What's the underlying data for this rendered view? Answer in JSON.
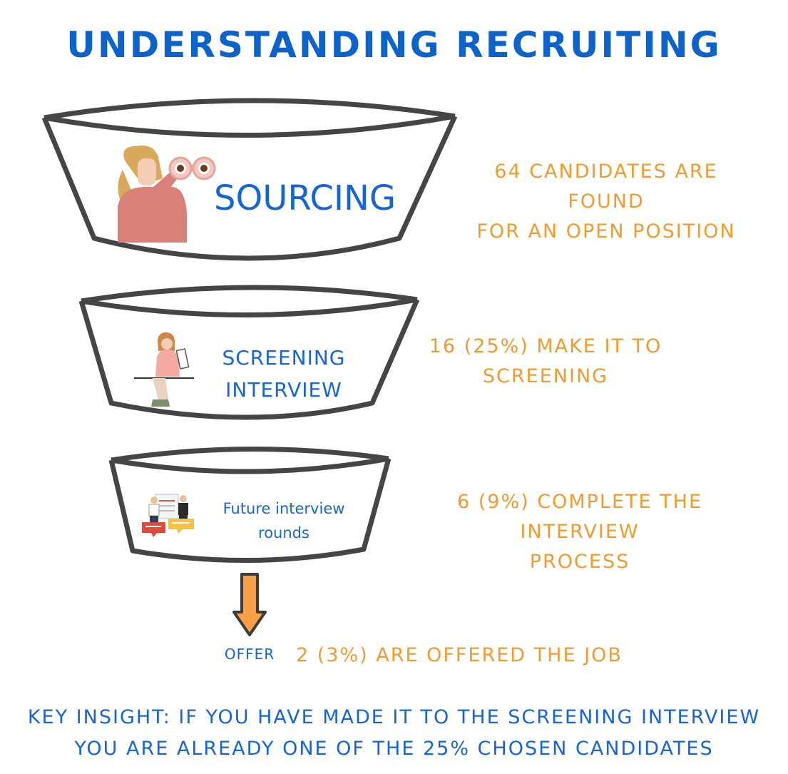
{
  "title": "Understanding Recruiting",
  "stages": [
    {
      "label_lines": [
        "Sourcing"
      ],
      "note_lines": [
        "64 candidates are found",
        "for an open position"
      ]
    },
    {
      "label_lines": [
        "Screening",
        "interview"
      ],
      "note_lines": [
        "16 (25%) make it to",
        "screening"
      ]
    },
    {
      "label_lines": [
        "Future interview",
        "rounds"
      ],
      "note_lines": [
        "6 (9%) complete the interview",
        "process"
      ]
    }
  ],
  "offer": {
    "label": "offer",
    "note": "2 (3%) are offered the job"
  },
  "insight_lines": [
    "Key insight: If you have made it to the screening interview",
    "you are already one of the 25% chosen candidates"
  ],
  "colors": {
    "title": "#0d63c9",
    "stage_text": "#1565d8",
    "note_text": "#f29a2e",
    "outline": "#454545",
    "arrow_fill": "#f7a046"
  },
  "icons": [
    "woman-binoculars-illustration",
    "woman-holding-paper-illustration",
    "interview-people-illustration",
    "down-arrow-icon"
  ]
}
